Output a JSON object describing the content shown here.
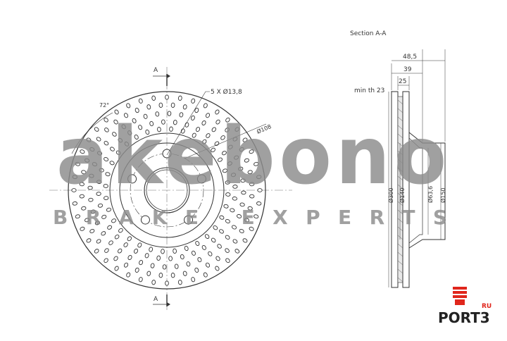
{
  "drawing": {
    "section_title": "Section A-A",
    "section_marker": "A",
    "angle_label": "72°",
    "bolt_holes_label": "5 X Ø13,8",
    "pcd_label": "Ø108",
    "dim_overall_width": "48,5",
    "dim_width_39": "39",
    "dim_width_25": "25",
    "min_thickness_label": "min th 23",
    "dia_300": "Ø300",
    "dia_140": "Ø140",
    "dia_63_6": "Ø63,6",
    "dia_150": "Ø150"
  },
  "watermark": {
    "brand": "akebono",
    "tagline": "BRAKE EXPERTS",
    "color": "#8c8c8c"
  },
  "logo": {
    "name": "PORT3",
    "suffix": "RU",
    "accent_color": "#e0261c"
  }
}
